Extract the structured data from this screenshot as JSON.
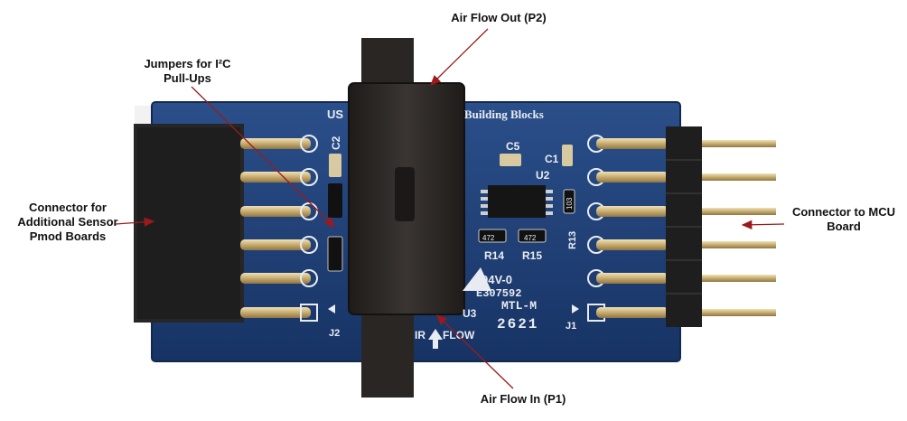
{
  "callouts": {
    "air_flow_out": "Air Flow Out (P2)",
    "jumpers_line1": "Jumpers for I²C",
    "jumpers_line2": "Pull-Ups",
    "connector_left_line1": "Connector for",
    "connector_left_line2": "Additional Sensor",
    "connector_left_line3": "Pmod Boards",
    "connector_right_line1": "Connector to MCU",
    "connector_right_line2": "Board",
    "air_flow_in": "Air Flow In (P1)"
  },
  "pcb_silkscreen": {
    "top_left": "US",
    "top_right": "Building Blocks",
    "c2": "C2",
    "c5": "C5",
    "c1": "C1",
    "u2": "U2",
    "r13": "R13",
    "r14": "R14",
    "r15": "R15",
    "r14_value": "472",
    "r15_value": "472",
    "r13_value": "103",
    "ul_rating": "94V-0",
    "ul_file": "E307592",
    "ul_maker": "MTL-M",
    "board_code": "2621",
    "u3": "U3",
    "j1": "J1",
    "j2": "J2",
    "flow": "FLOW",
    "air_partial": "IR"
  },
  "colors": {
    "pcb": "#1f3f73",
    "pcb_edge": "#12294f",
    "connector": "#2a2a2a",
    "sensor_body": "#2f2b28",
    "pin_gold": "#c9b27a",
    "silkscreen": "#e8ecf2",
    "arrow": "#9c1a1a"
  }
}
